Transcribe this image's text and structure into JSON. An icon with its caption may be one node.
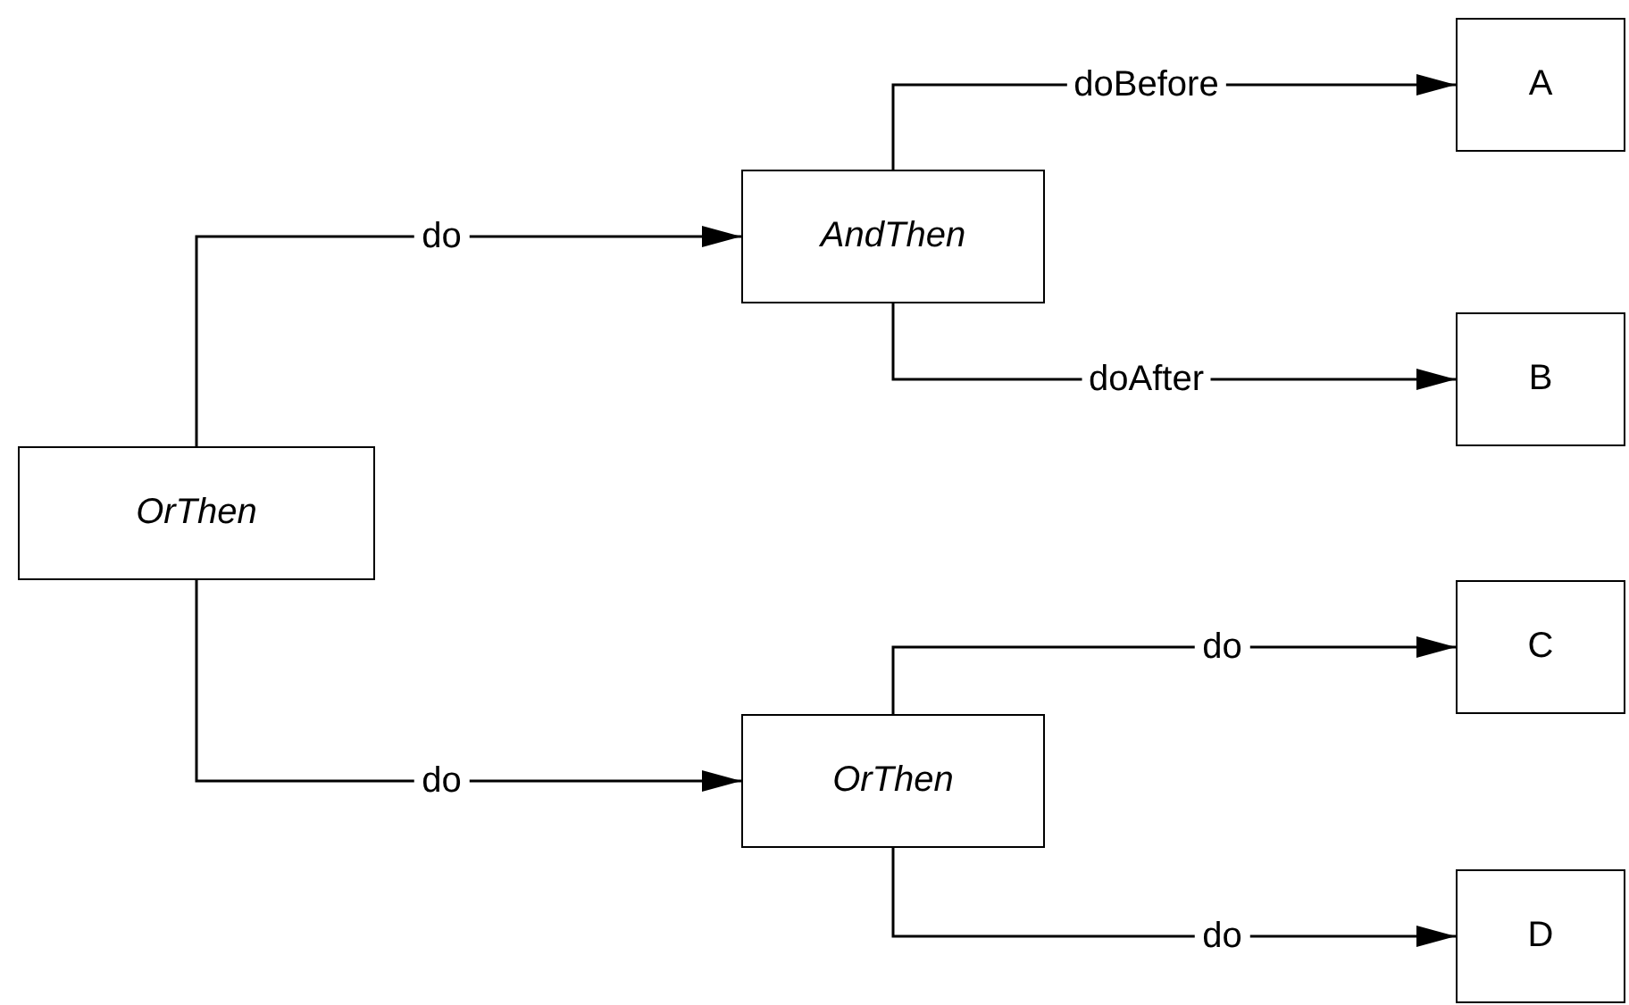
{
  "diagram": {
    "nodes": [
      {
        "text": [
          "OrThen"
        ]
      },
      {
        "text": [
          "AndThen"
        ]
      },
      {
        "text": [
          "A"
        ]
      },
      {
        "text": [
          "B"
        ]
      },
      {
        "text": [
          "OrThen"
        ]
      },
      {
        "text": [
          "C"
        ]
      },
      {
        "text": [
          "D"
        ]
      }
    ],
    "edges": [
      {
        "from": 0,
        "to": 1,
        "label": "do",
        "arrow": "to"
      },
      {
        "from": 0,
        "to": 4,
        "label": "do",
        "arrow": "to"
      },
      {
        "from": 1,
        "to": 2,
        "label": "doBefore",
        "arrow": "to"
      },
      {
        "from": 1,
        "to": 3,
        "label": "doAfter",
        "arrow": "to"
      },
      {
        "from": 4,
        "to": 5,
        "label": "do",
        "arrow": "to"
      },
      {
        "from": 4,
        "to": 6,
        "label": "do",
        "arrow": "to"
      }
    ]
  }
}
